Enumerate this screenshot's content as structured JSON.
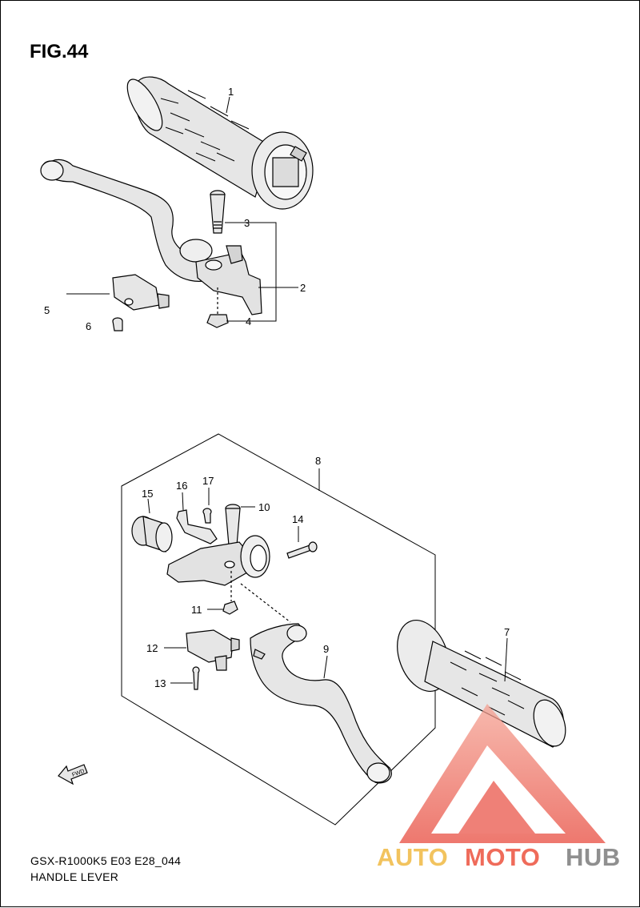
{
  "figure": {
    "title": "FIG.44",
    "model_code": "GSX-R1000K5 E03 E28_044",
    "part_name": "HANDLE LEVER"
  },
  "callouts": [
    "1",
    "2",
    "3",
    "4",
    "5",
    "6",
    "7",
    "8",
    "9",
    "10",
    "11",
    "12",
    "13",
    "14",
    "15",
    "16",
    "17"
  ],
  "direction_label": "FWD",
  "watermark": {
    "text_a": "AUTO",
    "text_b": "MOTO",
    "text_c": "HUB",
    "color_a": "#f2c35e",
    "color_b": "#ef6b5a",
    "color_c": "#8f8f8f"
  },
  "colors": {
    "line": "#000000",
    "part_fill": "#e6e6e6",
    "shade": "#cfcfcf"
  }
}
